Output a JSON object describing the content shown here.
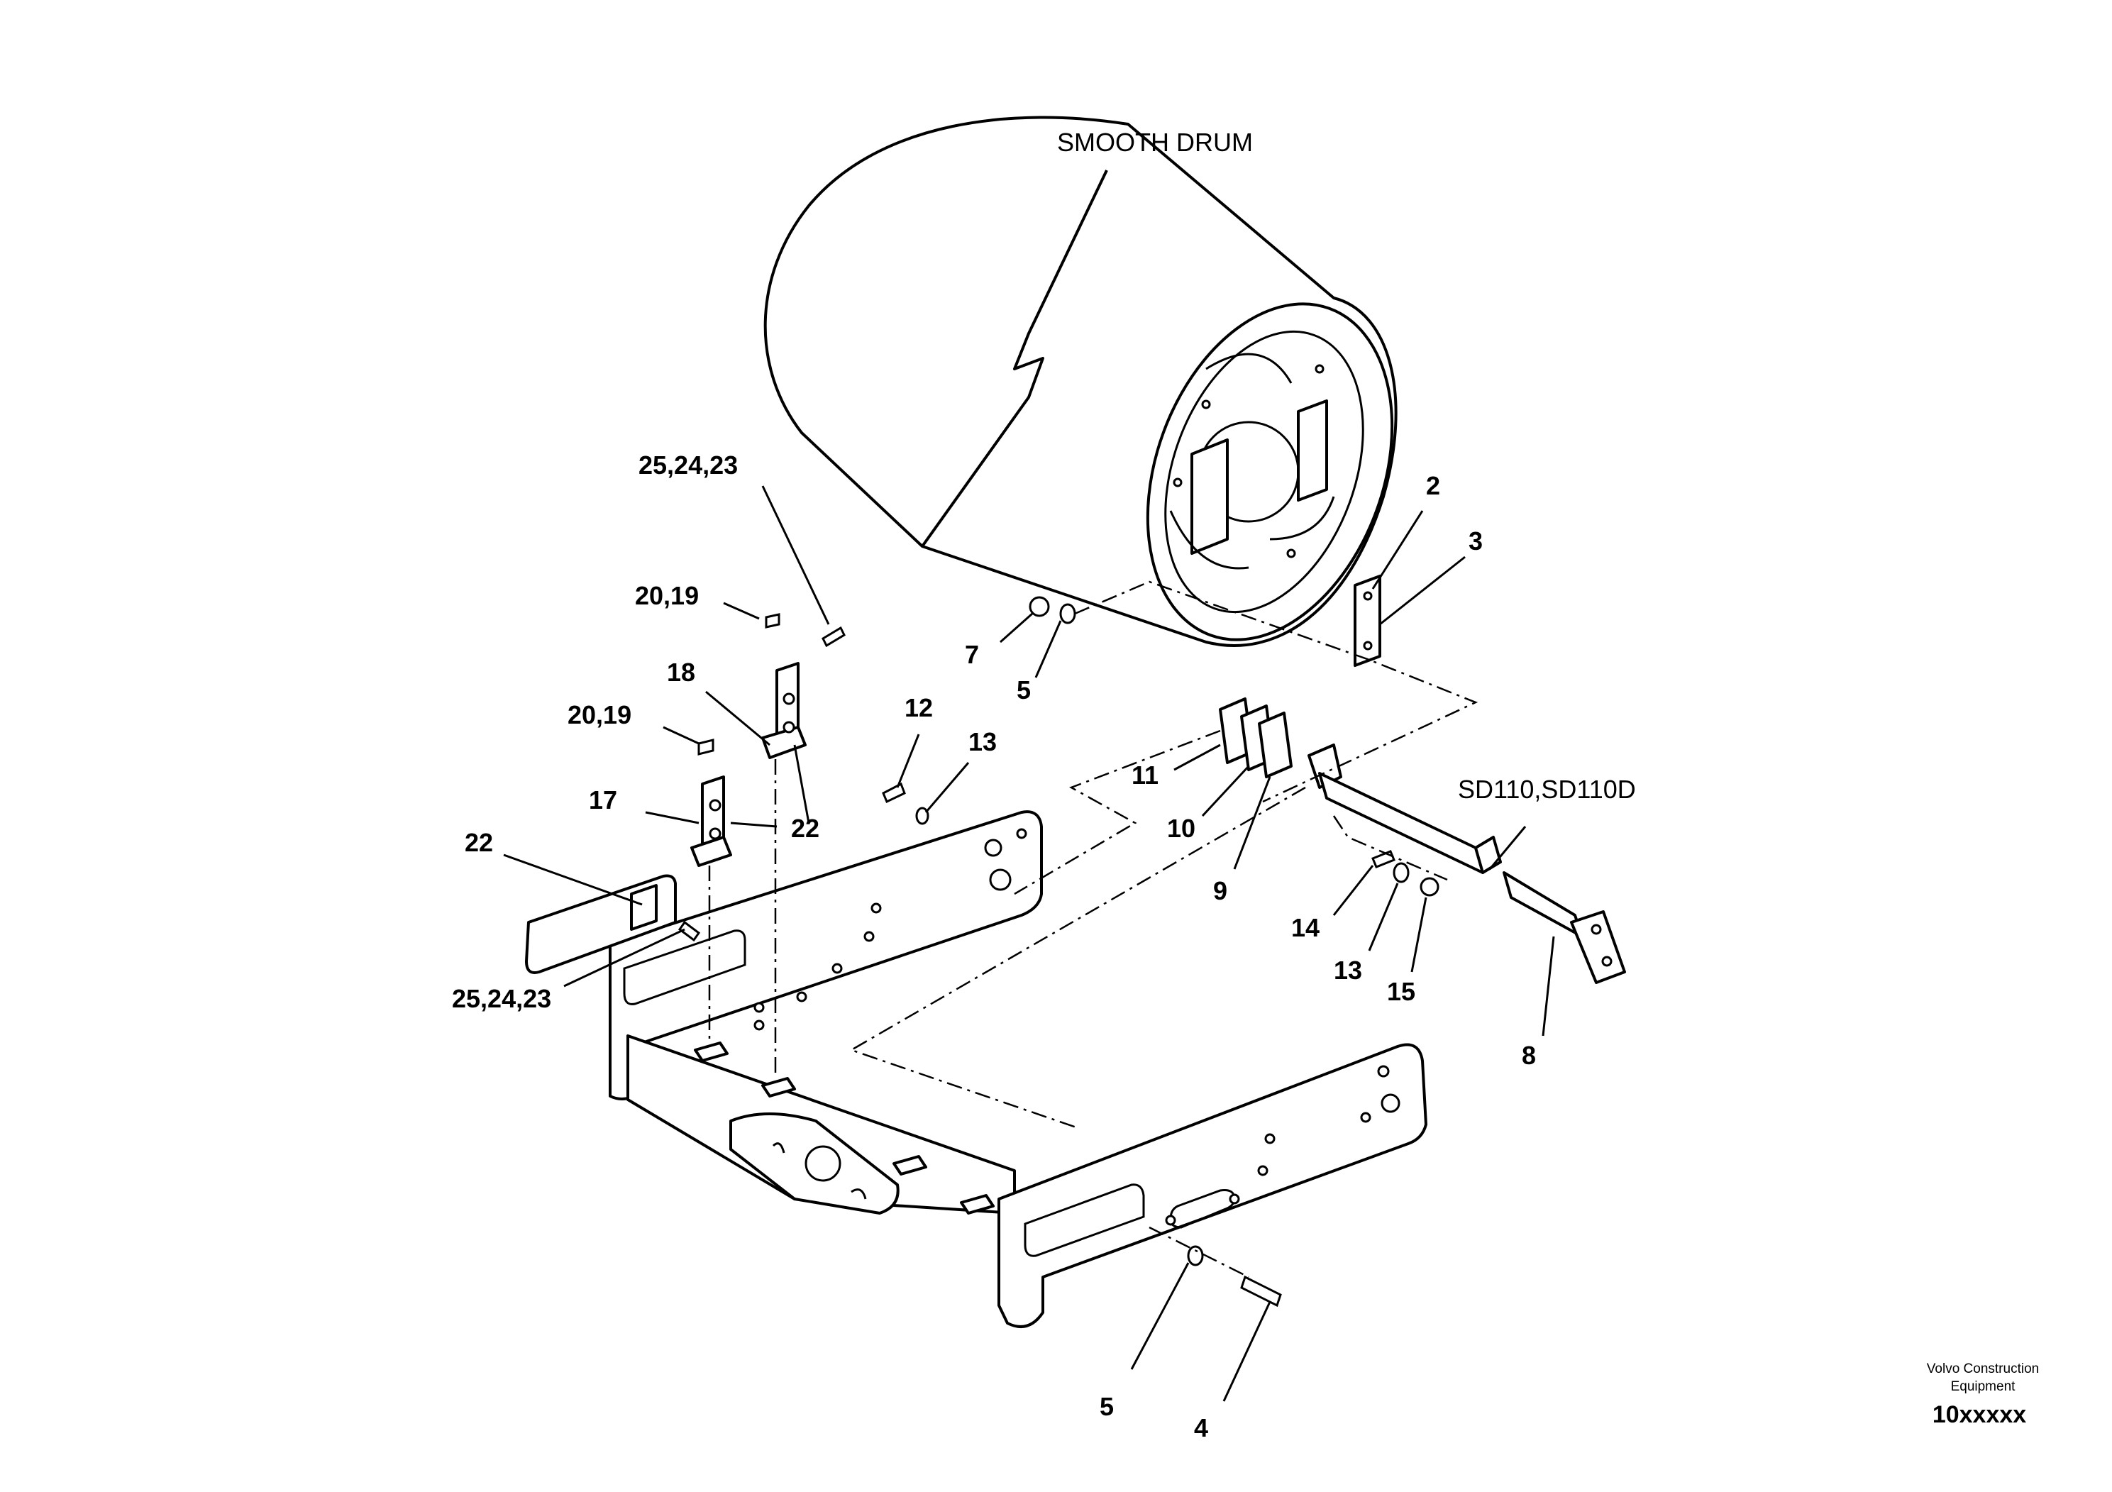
{
  "diagram": {
    "drum_label": "SMOOTH DRUM",
    "model_label": "SD110,SD110D",
    "callouts": {
      "c_25_24_23_top": "25,24,23",
      "c_20_19_top": "20,19",
      "c_18": "18",
      "c_20_19_mid": "20,19",
      "c_17": "17",
      "c_22_mid": "22",
      "c_22_left": "22",
      "c_25_24_23_bottom": "25,24,23",
      "c_12": "12",
      "c_13_mid": "13",
      "c_11": "11",
      "c_10": "10",
      "c_9": "9",
      "c_7": "7",
      "c_5_top": "5",
      "c_2": "2",
      "c_3": "3",
      "c_14": "14",
      "c_13_right": "13",
      "c_15": "15",
      "c_8": "8",
      "c_5_bottom": "5",
      "c_4": "4"
    }
  },
  "footer": {
    "company_line1": "Volvo Construction",
    "company_line2": "Equipment",
    "drawing_code": "10xxxxx"
  }
}
